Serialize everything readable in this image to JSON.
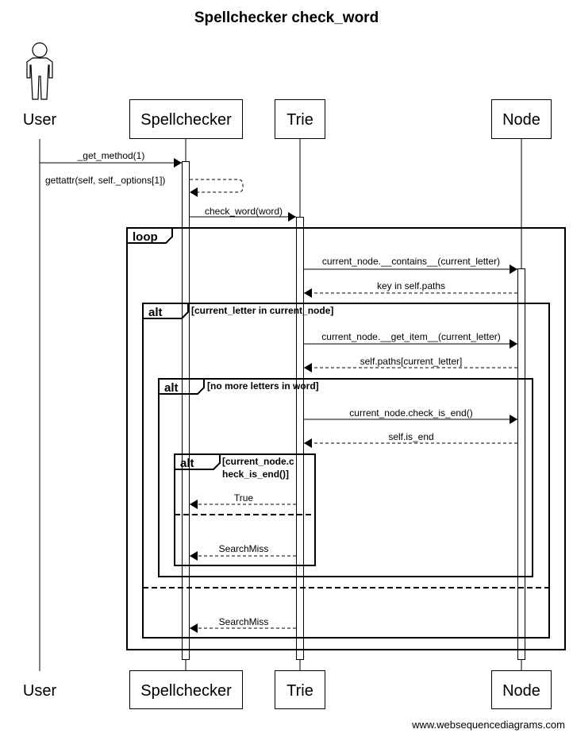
{
  "title": "Spellchecker check_word",
  "participants": {
    "user": "User",
    "spellchecker": "Spellchecker",
    "trie": "Trie",
    "node": "Node"
  },
  "messages": {
    "m1": "_get_method(1)",
    "m2": "gettattr(self, self._options[1])",
    "m3": "check_word(word)",
    "m4": "current_node.__contains__(current_letter)",
    "m5": "key in self.paths",
    "m6": "current_node.__get_item__(current_letter)",
    "m7": "self.paths[current_letter]",
    "m8": "current_node.check_is_end()",
    "m9": "self.is_end",
    "m10": "True",
    "m11": "SearchMiss",
    "m12": "SearchMiss"
  },
  "fragments": {
    "loop": {
      "tag": "loop"
    },
    "alt1": {
      "tag": "alt",
      "condition": "[current_letter in current_node]"
    },
    "alt2": {
      "tag": "alt",
      "condition": "[no more letters in word]"
    },
    "alt3": {
      "tag": "alt",
      "condition_line1": "[current_node.c",
      "condition_line2": "heck_is_end()]"
    }
  },
  "watermark": "www.websequencediagrams.com"
}
